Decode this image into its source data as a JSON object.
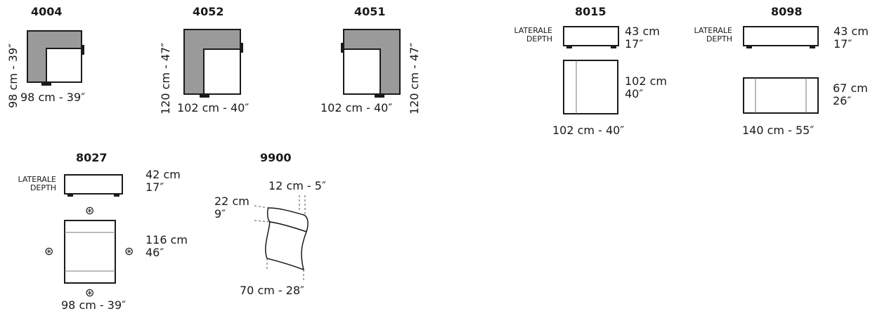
{
  "modules": {
    "m4004": {
      "code": "4004",
      "width": "98 cm - 39″",
      "depth": "98 cm - 39″"
    },
    "m4052": {
      "code": "4052",
      "width": "102 cm - 40″",
      "depth": "120 cm - 47″"
    },
    "m4051": {
      "code": "4051",
      "width": "102 cm - 40″",
      "depth": "120 cm - 47″"
    },
    "m8015": {
      "code": "8015",
      "side_label": "LATERALE",
      "depth_label": "DEPTH",
      "height_cm": "43 cm",
      "height_in": "17″",
      "depth_cm": "102 cm",
      "depth_in": "40″",
      "width": "102 cm - 40″"
    },
    "m8098": {
      "code": "8098",
      "side_label": "LATERALE",
      "depth_label": "DEPTH",
      "height_cm": "43 cm",
      "height_in": "17″",
      "depth_cm": "67 cm",
      "depth_in": "26″",
      "width": "140 cm - 55″"
    },
    "m8027": {
      "code": "8027",
      "side_label": "LATERALE",
      "depth_label": "DEPTH",
      "height_cm": "42 cm",
      "height_in": "17″",
      "depth_cm": "116 cm",
      "depth_in": "46″",
      "width": "98 cm - 39″",
      "marker": "⊛"
    },
    "m9900": {
      "code": "9900",
      "thickness": "12 cm - 5″",
      "height_cm": "22 cm",
      "height_in": "9″",
      "length": "70 cm - 28″"
    }
  },
  "colors": {
    "fill_gray": "#9a9a9a",
    "line": "#1a1a1a",
    "thin_line": "#777777"
  }
}
